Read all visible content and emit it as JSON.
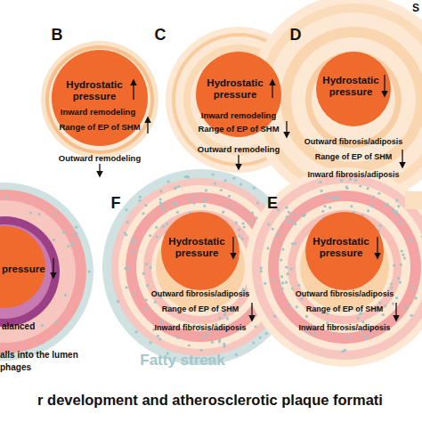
{
  "diagram": {
    "title": "r development and atherosclerotic plaque formati",
    "nodes": [
      {
        "text": [
          "B",
          "Inward remodeling",
          "Range of EP of SHM",
          "Outward remodeling"
        ]
      },
      {
        "text": [
          "Hydrostatic pressure"
        ],
        "in": 0
      },
      {
        "text": [
          "C",
          "Inward remodeling",
          "Range of EP of SHM",
          "Outward remodeling"
        ]
      },
      {
        "text": [
          "Hydrostatic pressure"
        ],
        "in": 2
      },
      {
        "text": [
          "D",
          "Outward fibrosis/adiposis",
          "Range of EP of SHM",
          "Inward fibrosis/adiposis"
        ]
      },
      {
        "text": [
          "Hydrostatic pressure"
        ],
        "in": 4
      },
      {
        "text": [
          "alanced"
        ]
      },
      {
        "text": [
          "pressure"
        ],
        "in": 6
      },
      {
        "text": [
          "F",
          "Outward fibrosis/adiposis",
          "Range of EP of SHM",
          "Inward fibrosis/adiposis"
        ]
      },
      {
        "text": [
          "Hydrostatic pressure"
        ],
        "in": 8
      },
      {
        "text": [
          "E",
          "Outward fibrosis/adiposis",
          "Range of EP of SHM",
          "Inward fibrosis/adiposis"
        ]
      },
      {
        "text": [
          "Hydrostatic pressure"
        ],
        "in": 10
      }
    ],
    "labels": [
      "alls into the lumen",
      "phages",
      "Fatty streak",
      "S"
    ]
  }
}
